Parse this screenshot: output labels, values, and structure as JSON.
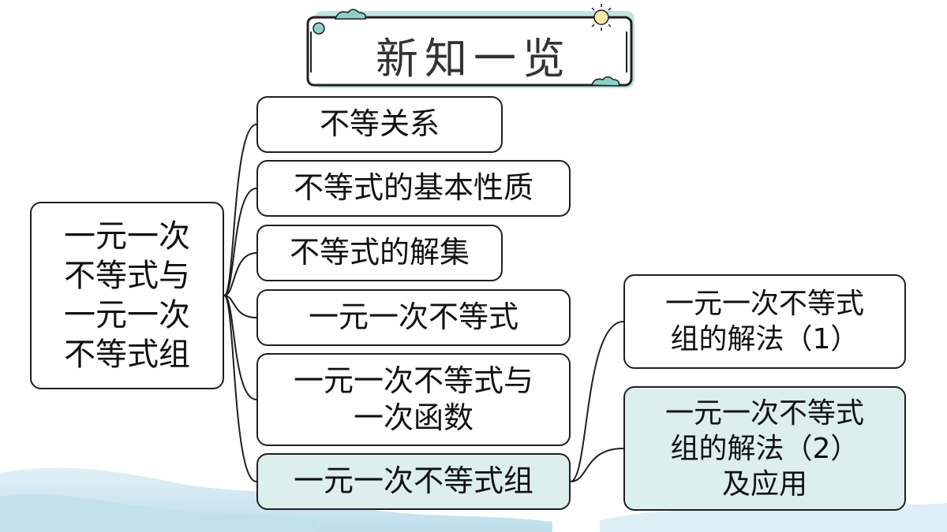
{
  "title": "新知一览",
  "root": {
    "text": "一元一次\n不等式与\n一元一次\n不等式组"
  },
  "branches": [
    {
      "text": "不等关系"
    },
    {
      "text": "不等式的基本性质"
    },
    {
      "text": "不等式的解集"
    },
    {
      "text": "一元一次不等式"
    },
    {
      "text": "一元一次不等式与\n一次函数"
    },
    {
      "text": "一元一次不等式组",
      "highlight": true
    }
  ],
  "subbranches": [
    {
      "text": "一元一次不等式\n组的解法（1）"
    },
    {
      "text": "一元一次不等式\n组的解法（2）\n及应用",
      "highlight": true
    }
  ],
  "colors": {
    "highlight": "#dcefec",
    "title_banner_accent": "#8ecfc7",
    "border": "#1f1f1f"
  }
}
